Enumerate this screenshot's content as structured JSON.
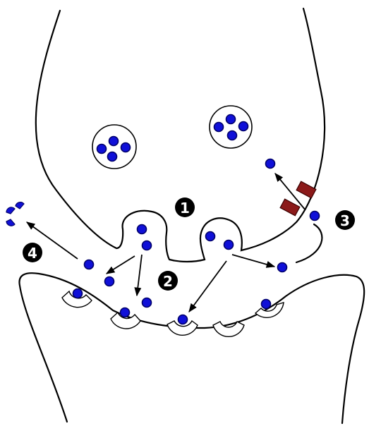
{
  "steps": [
    {
      "label": "1"
    },
    {
      "label": "2"
    },
    {
      "label": "3"
    },
    {
      "label": "4"
    }
  ],
  "colors": {
    "neurotransmitter": "#1010d8",
    "transporter": "#8b1a1a",
    "membrane": "#000000",
    "step_marker": "#000000"
  }
}
